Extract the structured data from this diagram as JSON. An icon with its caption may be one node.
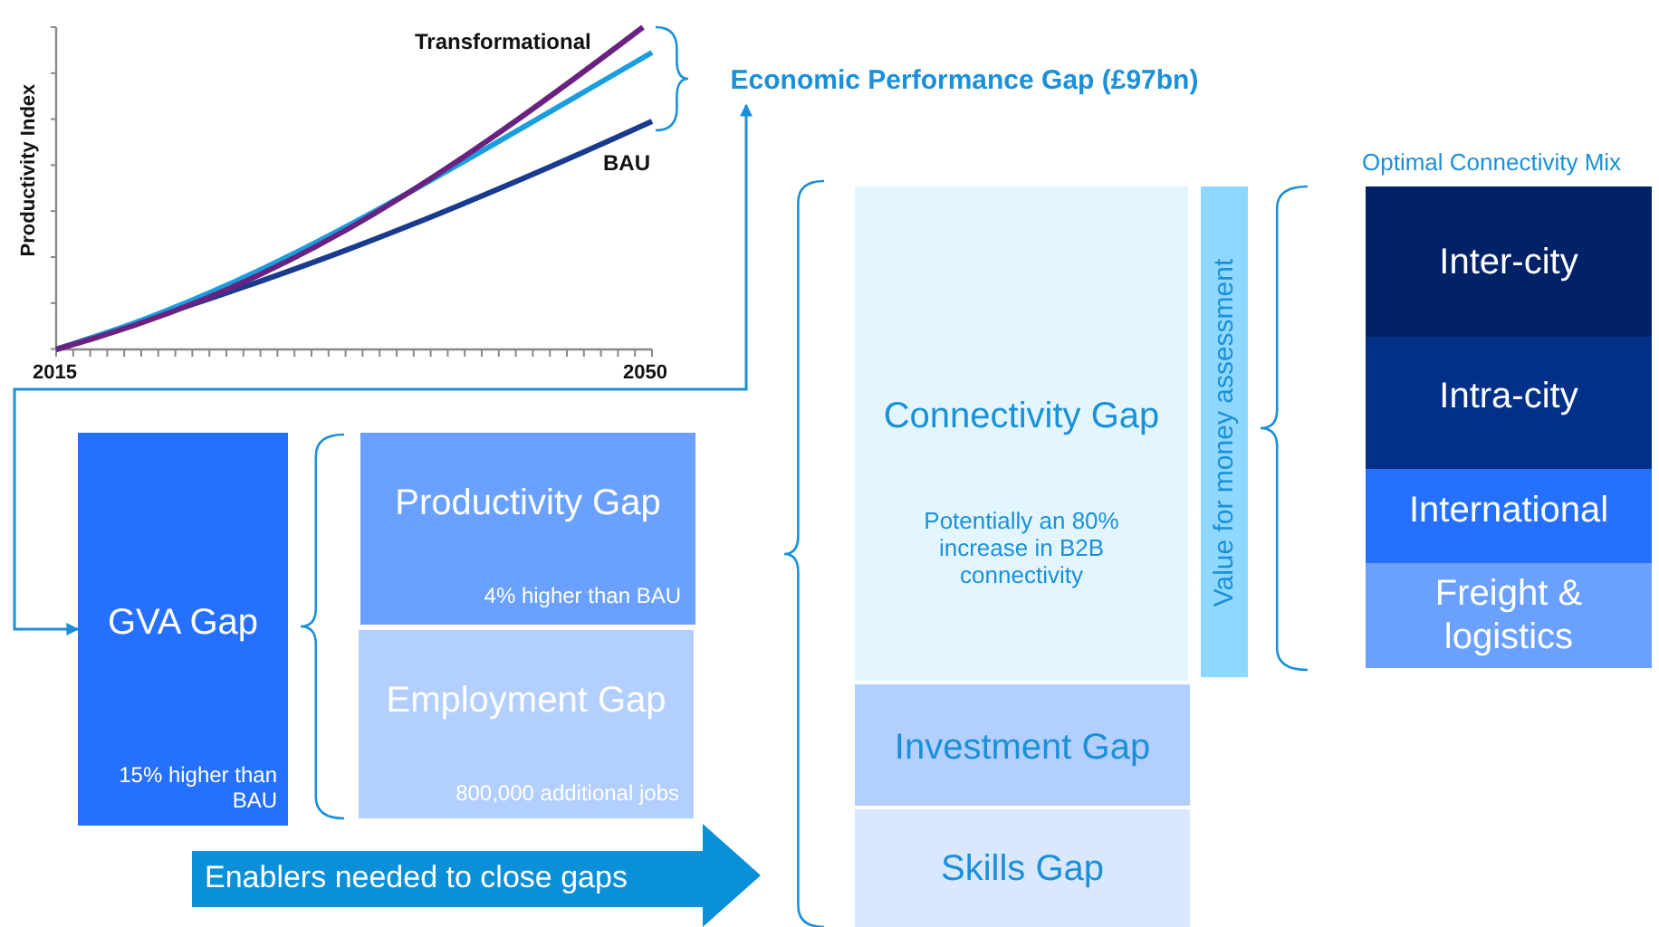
{
  "diagram": {
    "nodes": [
      {
        "text": [
          "Economic Performance Gap (£97bn)"
        ]
      },
      {
        "text": [
          "GVA Gap",
          "15% higher than BAU"
        ]
      },
      {
        "text": [
          "Productivity Gap",
          "4% higher than BAU"
        ]
      },
      {
        "text": [
          "Employment Gap",
          "800,000 additional jobs"
        ]
      },
      {
        "text": [
          "Enablers needed to close gaps"
        ]
      },
      {
        "text": [
          "Connectivity Gap",
          "Potentially an 80% increase in B2B connectivity"
        ]
      },
      {
        "text": [
          "Investment Gap"
        ]
      },
      {
        "text": [
          "Skills Gap"
        ]
      },
      {
        "text": [
          "Value for money assessment"
        ]
      },
      {
        "text": [
          "Inter-city"
        ]
      },
      {
        "text": [
          "Intra-city"
        ]
      },
      {
        "text": [
          "International"
        ]
      },
      {
        "text": [
          "Freight & logistics"
        ]
      }
    ],
    "edges": [
      {
        "from": 1,
        "to": 0,
        "arrow": "both"
      }
    ],
    "labels": [
      "Transformational",
      "Productivity Index",
      "BAU",
      "2015",
      "2050",
      "Optimal Connectivity Mix"
    ]
  }
}
